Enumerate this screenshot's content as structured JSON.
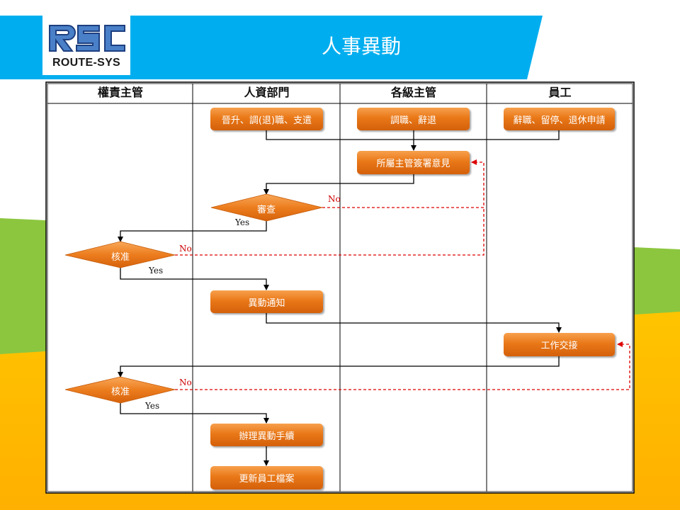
{
  "slide": {
    "title": "人事異動",
    "logo": {
      "brand": "RSC",
      "text": "ROUTE-SYS"
    },
    "colors": {
      "header_blue": "#00aaee",
      "green": "#88cc44",
      "yellow": "#ffc000",
      "process_orange": "#e97818",
      "no_line_red": "#dd0000"
    }
  },
  "flowchart": {
    "lanes": [
      "權責主管",
      "人資部門",
      "各級主管",
      "員工"
    ],
    "nodes": {
      "promote": "晉升、調(退)職、支遣",
      "transfer": "調職、辭退",
      "resign": "辭職、留停、退休申請",
      "supervisor_opinion": "所屬主管簽署意見",
      "review": "審查",
      "approve1": "核准",
      "notice": "異動通知",
      "handover": "工作交接",
      "approve2": "核准",
      "process": "辦理異動手續",
      "update": "更新員工檔案"
    },
    "labels": {
      "yes": "Yes",
      "no": "No"
    }
  }
}
